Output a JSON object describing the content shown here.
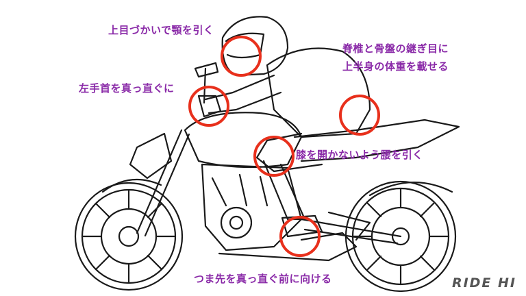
{
  "annotations": {
    "chin": "上目づかいで顎を引く",
    "left_hand": "左手首を真っ直ぐに",
    "spine_line1": "脊椎と骨盤の継ぎ目に",
    "spine_line2": "上半身の体重を載せる",
    "knee": "膝を開かないよう腰を引く",
    "foot": "つま先を真っ直ぐ前に向ける"
  },
  "logo": "RIDE HI",
  "colors": {
    "label_text": "#8a2aa8",
    "highlight_circle": "#e8301c",
    "line_art": "#1a1a1a",
    "background": "#ffffff"
  }
}
